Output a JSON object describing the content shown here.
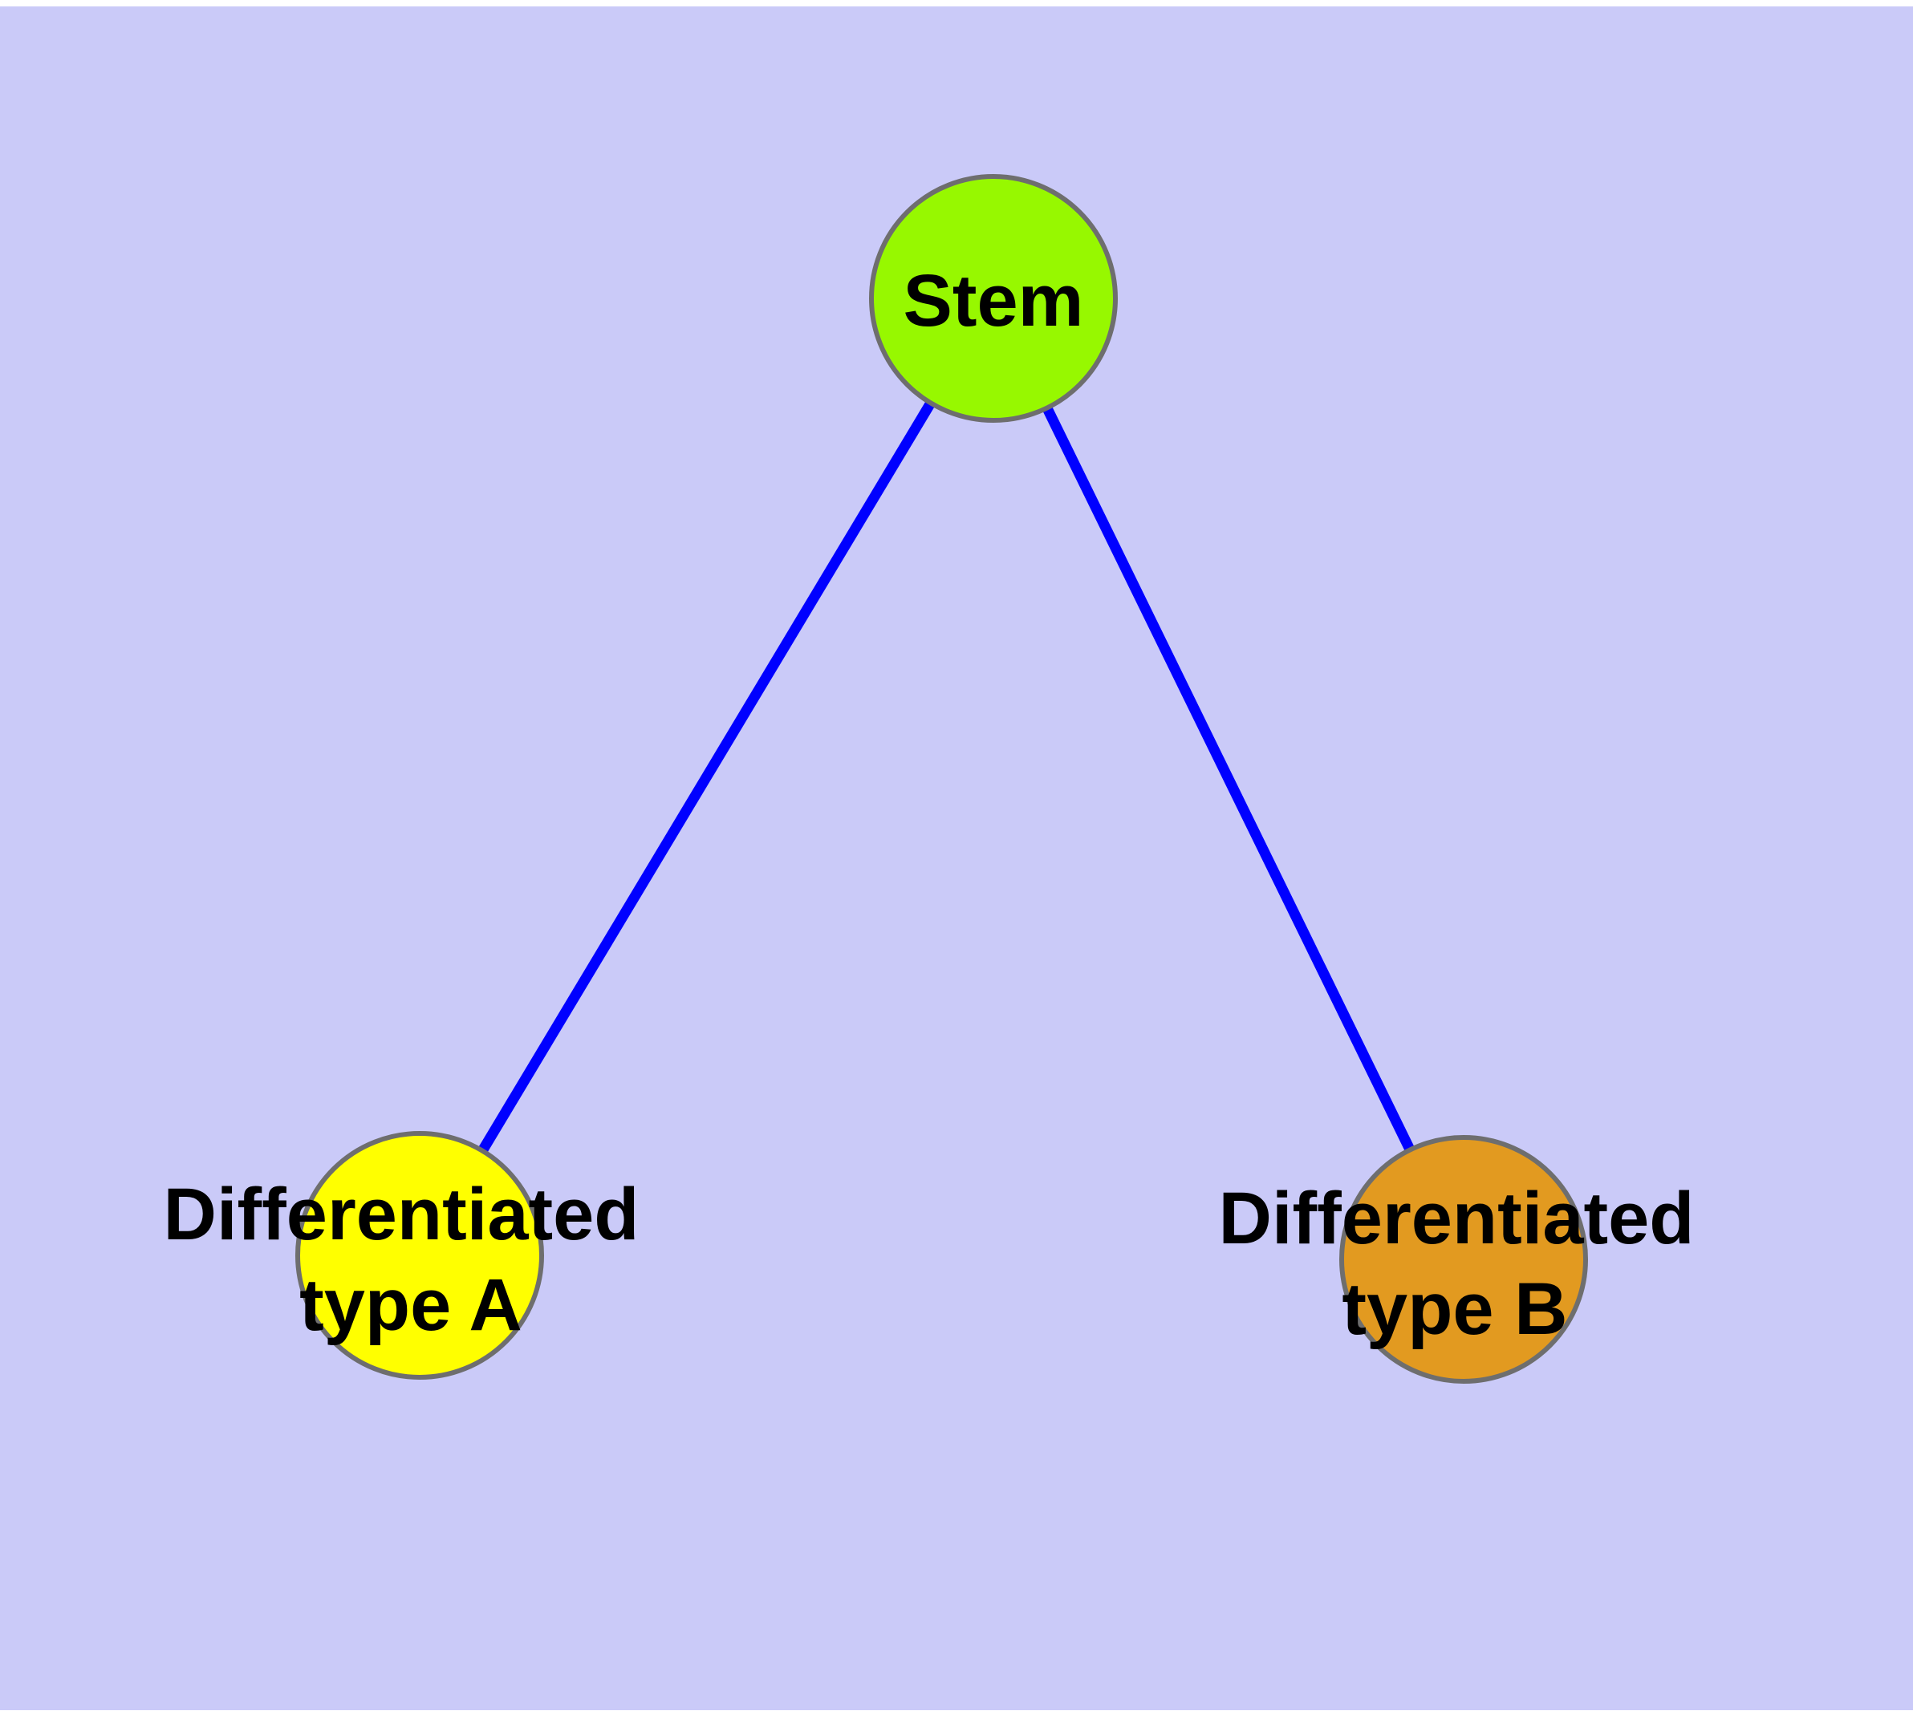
{
  "canvas": {
    "background_color": "#CACAF8",
    "margin_color": "#FFFFFF"
  },
  "edges": {
    "color": "#0000FF",
    "items": [
      {
        "from": "Stem",
        "to": "Differentiated type A"
      },
      {
        "from": "Stem",
        "to": "Differentiated type B"
      }
    ]
  },
  "nodes": {
    "border_color": "#6E6E6E",
    "label_color": "#000000",
    "stem": {
      "label": "Stem",
      "fill": "#97F800"
    },
    "type_a": {
      "label_line1": "Differentiated",
      "label_line2": "type A",
      "fill": "#FFFF00"
    },
    "type_b": {
      "label_line1": "Differentiated",
      "label_line2": "type B",
      "fill": "#E29A20"
    }
  }
}
